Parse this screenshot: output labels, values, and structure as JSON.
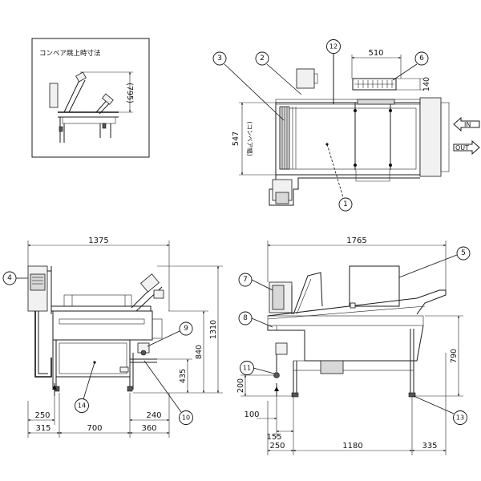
{
  "inset": {
    "title": "コンベア跳上時寸法",
    "dim": "(795)"
  },
  "top_view": {
    "dims": {
      "width": "510",
      "height": "140",
      "conveyor": "547",
      "conveyor_label": "(コンベア幅)"
    },
    "in_label": "IN",
    "out_label": "OUT"
  },
  "left_view": {
    "dims": {
      "overall_width": "1375",
      "overall_height": "1310",
      "mid_height": "840",
      "low_height": "435",
      "left_offset": "250",
      "right_offset": "240",
      "seg1": "315",
      "seg2": "700",
      "seg3": "360"
    }
  },
  "right_view": {
    "dims": {
      "overall_width": "1765",
      "height": "790",
      "foot_height": "200",
      "offset1": "100",
      "offset2": "155",
      "seg1": "250",
      "seg2": "1180",
      "seg3": "335"
    }
  },
  "callouts": [
    "1",
    "2",
    "3",
    "4",
    "5",
    "6",
    "7",
    "8",
    "9",
    "10",
    "11",
    "12",
    "13",
    "14"
  ]
}
